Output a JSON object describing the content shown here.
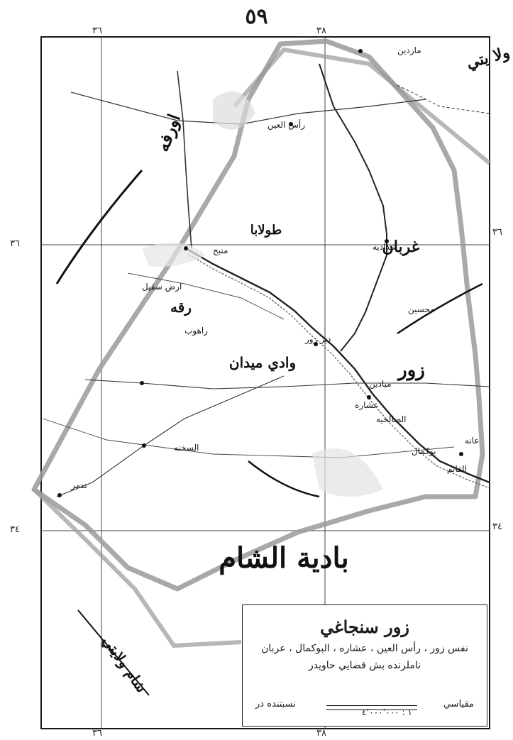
{
  "page_number": "٥٩",
  "grid_ticks": {
    "top": [
      "٣٦",
      "٣٨"
    ],
    "bottom": [
      "٣٦",
      "٣٨"
    ],
    "left": [
      "٣٦",
      "٣٤"
    ],
    "right": [
      "٣٦",
      "٣٤"
    ]
  },
  "regions": {
    "diyarbakir": "ويارتكر ولا يتي",
    "urfa": "اورفه",
    "badiyat_al_sham": "بادية الشام",
    "zor_label": "زور",
    "ghurban": "غربان",
    "tawlaba": "طولابا",
    "wadi_meydan": "وادي ميدان",
    "rakka": "رقه",
    "sham_wilayet": "شام ولايتي"
  },
  "places": [
    {
      "key": "mardin",
      "text": "ماردين"
    },
    {
      "key": "ras_al_ain",
      "text": "رأس العين"
    },
    {
      "key": "shaddadi",
      "text": "شداديه"
    },
    {
      "key": "muhsin",
      "text": "محسين"
    },
    {
      "key": "deir",
      "text": "دير زور"
    },
    {
      "key": "ardh_saqil",
      "text": "ارض سقيل"
    },
    {
      "key": "ashara",
      "text": "عشاره"
    },
    {
      "key": "salihiya",
      "text": "الصالحيه"
    },
    {
      "key": "bukemal",
      "text": "بوكمال"
    },
    {
      "key": "qaim",
      "text": "القائم"
    },
    {
      "key": "tadmur",
      "text": "تدمر"
    },
    {
      "key": "sukhna",
      "text": "السخنه"
    },
    {
      "key": "manbij",
      "text": "منبج"
    },
    {
      "key": "raheb",
      "text": "راهوب"
    },
    {
      "key": "ana",
      "text": "عانه"
    },
    {
      "key": "mayadin",
      "text": "ميادين"
    }
  ],
  "legend": {
    "title": "زور سنجاغي",
    "line1": "نفس زور ، رأس العين ، عشاره ، البوكمال ، عربان",
    "line2": "ناملرنده بش قضايي حاويدر",
    "scale_label": "مقياسي",
    "scale_unit": "نسبتنده در",
    "scale_number": "١ : ٤٬٠٠٠٬٠٠٠"
  }
}
